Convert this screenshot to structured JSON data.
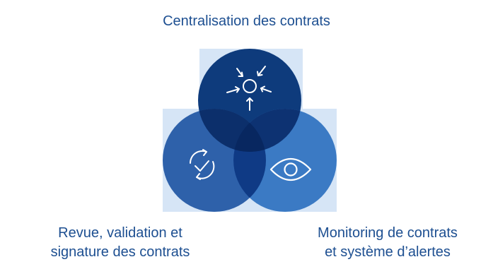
{
  "diagram": {
    "top_circle": {
      "label": "Centralisation des contrats",
      "icon": "inward-arrows-circle-icon",
      "color": "#0e3b7c"
    },
    "left_circle": {
      "label_lines": [
        "Revue, validation et",
        "signature des contrats"
      ],
      "icon": "refresh-check-icon",
      "color": "#2e61aa"
    },
    "right_circle": {
      "label_lines": [
        "Monitoring de contrats",
        "et système d’alertes"
      ],
      "icon": "eye-icon",
      "color": "#3b7ac4"
    },
    "overlap_color": "#0f3a85",
    "backdrop_color": "#d6e5f6",
    "text_color": "#1d4f91"
  }
}
